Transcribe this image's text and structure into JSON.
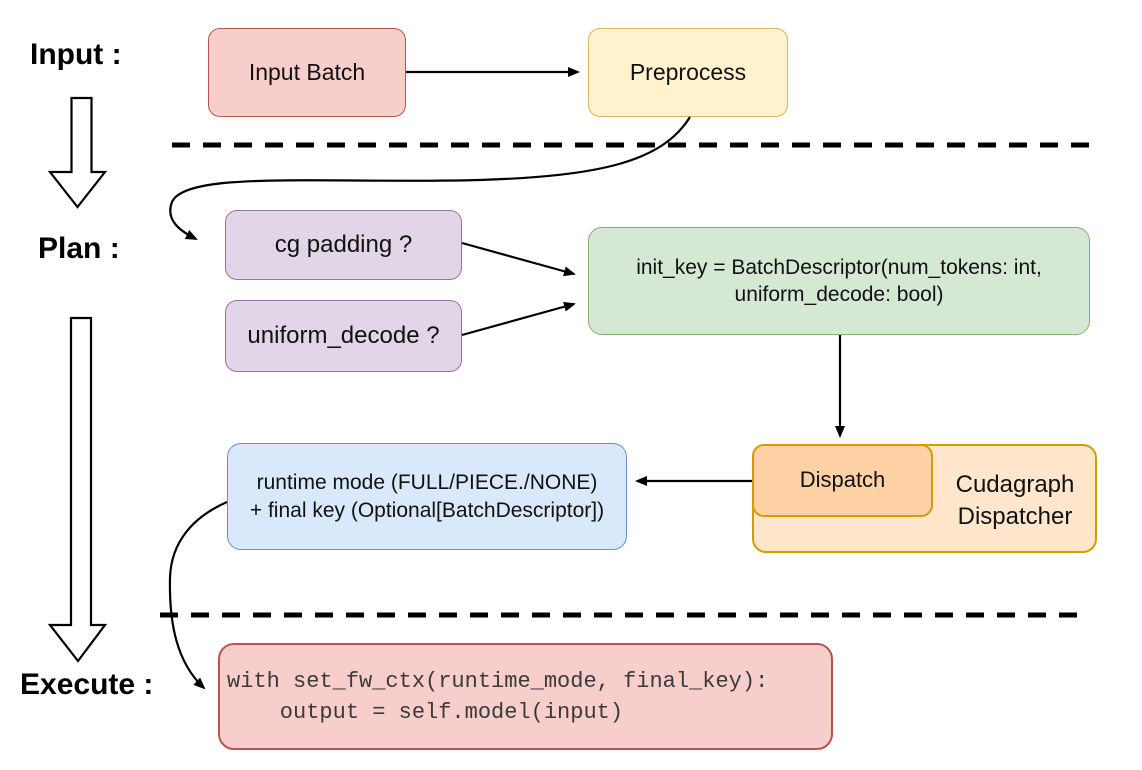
{
  "stage_labels": {
    "input": "Input :",
    "plan": "Plan :",
    "execute": "Execute :"
  },
  "nodes": {
    "input_batch": {
      "label": "Input Batch",
      "fill": "#f8cecc",
      "border": "#b85450"
    },
    "preprocess": {
      "label": "Preprocess",
      "fill": "#fff2cc",
      "border": "#d6b656"
    },
    "cg_padding": {
      "label": "cg padding ?",
      "fill": "#e1d5e7",
      "border": "#9673a6"
    },
    "uniform_decode": {
      "label": "uniform_decode ?",
      "fill": "#e1d5e7",
      "border": "#9673a6"
    },
    "init_key": {
      "line1": "init_key = BatchDescriptor(num_tokens: int,",
      "line2": "uniform_decode: bool)",
      "fill": "#d5e8d4",
      "border": "#82b366"
    },
    "dispatch": {
      "label": "Dispatch",
      "fill": "#ffd2a6",
      "border": "#d79b00"
    },
    "cudagraph_dispatcher": {
      "line1": "Cudagraph",
      "line2": "Dispatcher",
      "fill": "#ffe6cc",
      "border": "#d79b00"
    },
    "runtime_mode": {
      "line1": "runtime mode (FULL/PIECE./NONE)",
      "line2": "+ final key (Optional[BatchDescriptor])",
      "fill": "#dae8fc",
      "border": "#6c8ebf"
    },
    "execute_code": {
      "line1": "with set_fw_ctx(runtime_mode, final_key):",
      "line2": "    output = self.model(input)",
      "fill": "#f8cecc",
      "border": "#b85450"
    }
  },
  "line_color": "#000000"
}
